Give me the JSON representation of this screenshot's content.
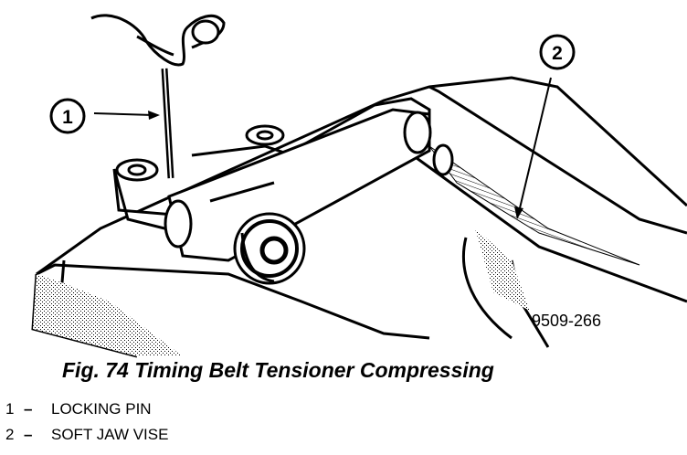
{
  "figure": {
    "number_label": "9509-266",
    "caption": "Fig. 74 Timing Belt Tensioner Compressing"
  },
  "callouts": [
    {
      "number": "1",
      "label": "LOCKING PIN"
    },
    {
      "number": "2",
      "label": "SOFT JAW VISE"
    }
  ],
  "legend": {
    "separator": "–"
  }
}
